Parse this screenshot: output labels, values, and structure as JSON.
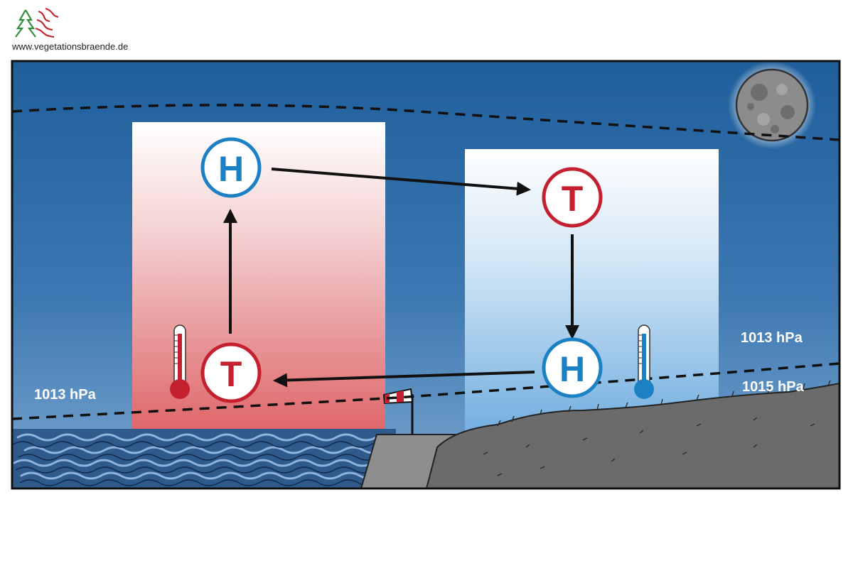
{
  "header": {
    "site_url": "www.vegetationsbraende.de"
  },
  "pressure_labels": {
    "sea_lower": "1013 hPa",
    "land_upper": "1013 hPa",
    "land_lower": "1015 hPa"
  },
  "pressure_systems": {
    "sea_upper": "H",
    "sea_lower": "T",
    "land_upper": "T",
    "land_lower": "H"
  },
  "colors": {
    "sky_top": "#1f5f9c",
    "sky_bottom": "#6f9cc9",
    "warm_column": "#e06a6a",
    "cold_column": "#7fb4e2",
    "high_blue": "#1b80c4",
    "low_red": "#c52030",
    "sea": "#2e5a8c",
    "land": "#6b6b6b",
    "beach": "#8e8e8e"
  },
  "icons": [
    "logo-icon",
    "moon-icon",
    "warm-thermometer-icon",
    "cold-thermometer-icon",
    "windsock-icon"
  ]
}
